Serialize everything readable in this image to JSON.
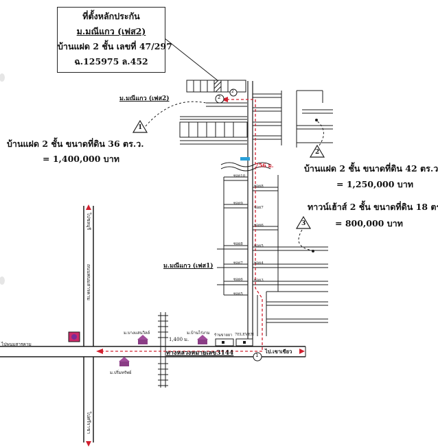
{
  "info_box": {
    "title": "ที่ตั้งหลักประกัน",
    "project": "ม.มณีแกว (เฟส2)",
    "house": "บ้านแฝด 2 ชั้น เลขที่ 47/297",
    "deed": "ฉ.125975 ล.452"
  },
  "comparables": [
    {
      "number": "1",
      "line1": "บ้านแฝด 2 ชั้น ขนาดที่ดิน 36 ตร.ว.",
      "line2": "= 1,400,000 บาท"
    },
    {
      "number": "2",
      "line1": "บ้านแฝด 2 ชั้น ขนาดที่ดิน 42 ตร.ว.",
      "line2": "= 1,250,000 บาท"
    },
    {
      "number": "3",
      "line1": "ทาวน์เฮ้าส์ 2 ชั้น ขนาดที่ดิน 18 ตร.ว.",
      "line2": "= 800,000 บาท"
    }
  ],
  "labels": {
    "village_phase2": "ม.มณีแกว (เฟส2)",
    "village_phase1": "ม.มณีแกว (เฟส1)",
    "distance_small": "756 ม.",
    "distance_large": "1,400 ม.",
    "main_road": "ทางหลวงหมายเลข3144",
    "to_left": "ไปพนมสารคาม",
    "to_right": "ไป.เขาเขียว",
    "to_top": "ไปชลบุรี",
    "to_bottom": "ไปศรีราชา",
    "vertical_road": "ถนนพนมสารคาม",
    "village_a": "ม.บางแสนวิลล์",
    "village_b": "ม.บ้านไร่งาม",
    "village_c": "ม.ปริ่มทรัพย์",
    "shop": "ร้านขายยา",
    "store": "7ELEVEN",
    "marker_1": "1",
    "marker_2": "2"
  },
  "sois_left": [
    "ซอย10",
    "ซอย9",
    "ซอย8",
    "ซอย7",
    "ซอย6",
    "ซอย5"
  ],
  "sois_right": [
    "ซอย8",
    "ซอย7",
    "ซอย6",
    "ซอย5",
    "ซอย4",
    "ซอย3"
  ],
  "colors": {
    "route": "#d1202f",
    "line": "#1a1a1a",
    "water": "#2aa0d8",
    "signal": "#cc2a6a"
  }
}
